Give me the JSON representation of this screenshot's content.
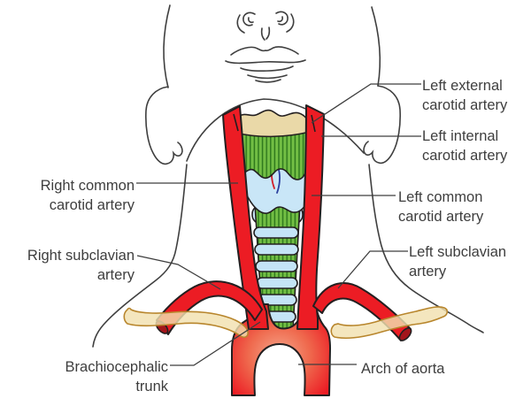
{
  "labels": {
    "left_external": {
      "line1": "Left external",
      "line2": "carotid artery"
    },
    "left_internal": {
      "line1": "Left internal",
      "line2": "carotid artery"
    },
    "right_common": {
      "line1": "Right common",
      "line2": "carotid artery"
    },
    "left_common": {
      "line1": "Left common",
      "line2": "carotid artery"
    },
    "right_subclavian": {
      "line1": "Right subclavian",
      "line2": "artery"
    },
    "left_subclavian": {
      "line1": "Left subclavian",
      "line2": "artery"
    },
    "brachiocephalic": {
      "line1": "Brachiocephalic",
      "line2": "trunk"
    },
    "arch_of_aorta": {
      "line1": "Arch of aorta"
    }
  },
  "colors": {
    "background": "#ffffff",
    "artery_red": "#ec1c24",
    "artery_cut_dark": "#a3151b",
    "outline": "#231f20",
    "cartilage_blue": "#c9e6f7",
    "ring_blue": "#c4e4f6",
    "muscle_green": "#72be44",
    "stripe_green": "#2c761c",
    "hyoid_tan": "#ead9a8",
    "clavicle_tan": "#f2e0b0",
    "clavicle_outline": "#b8862d",
    "median_line_red": "#d1202a",
    "median_line_blue": "#2b3f9e",
    "aorta_center": "#f6a88d",
    "aorta_mid": "#ef6a4e",
    "line_color": "#3e3e3e"
  }
}
